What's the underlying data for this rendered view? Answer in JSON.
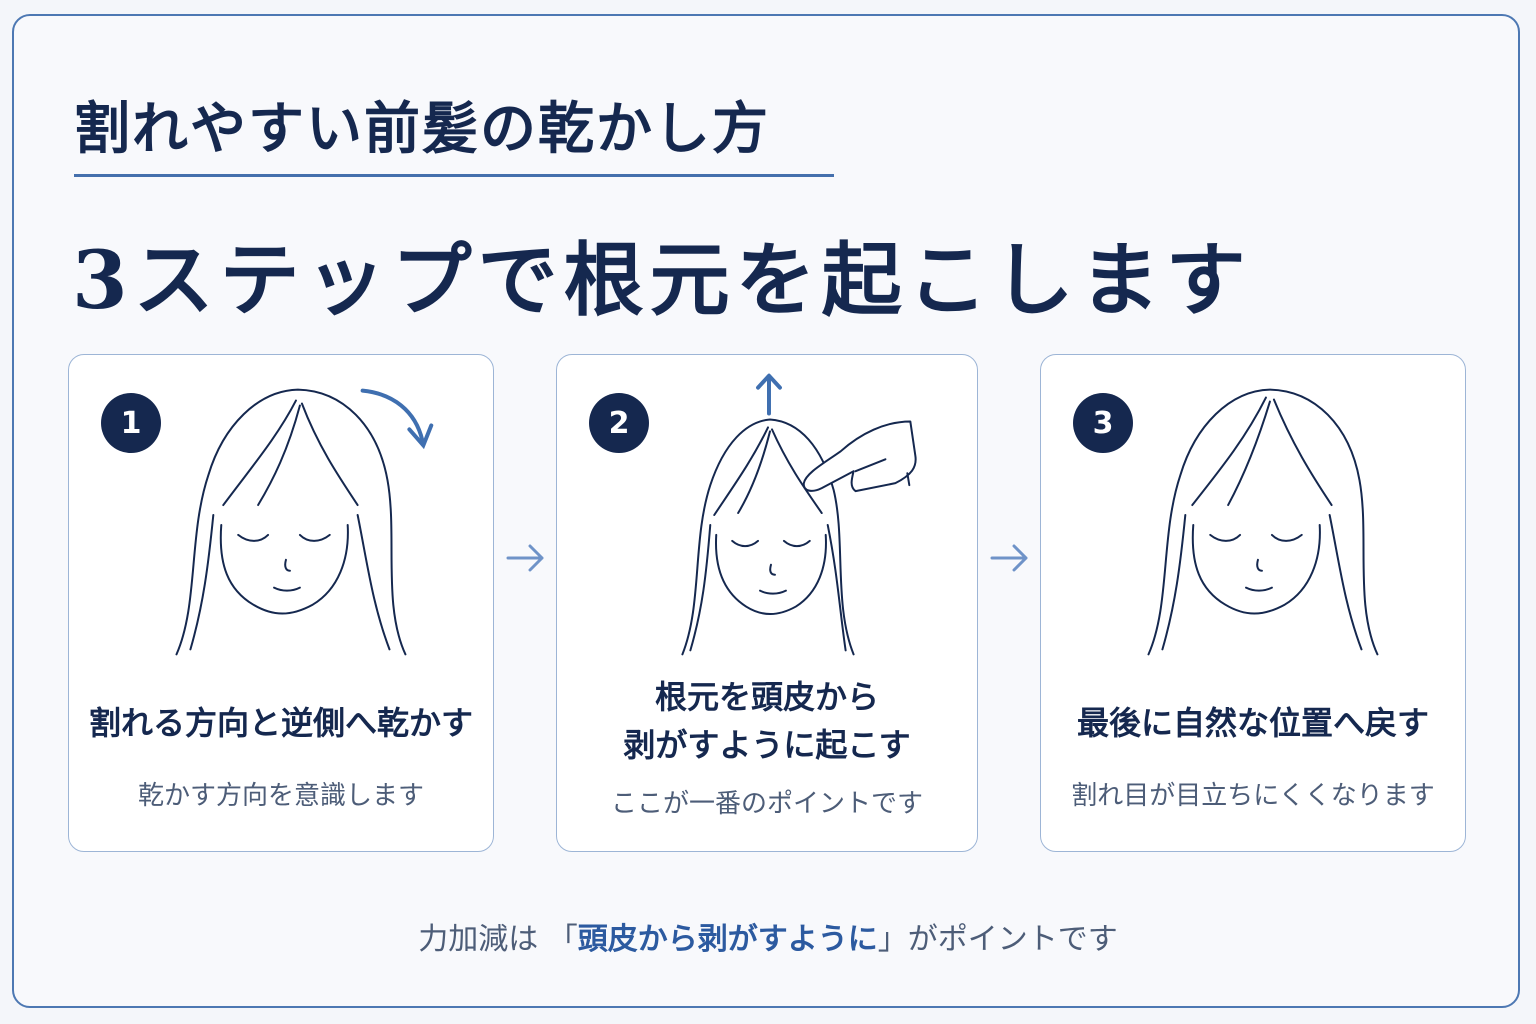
{
  "header": {
    "title": "割れやすい前髪の乾かし方",
    "subtitle": "3ステップで根元を起こします"
  },
  "steps": [
    {
      "number": "1",
      "title": "割れる方向と逆側へ乾かす",
      "description": "乾かす方向を意識します",
      "illustration": "woman-face-with-curved-arrow-icon"
    },
    {
      "number": "2",
      "title_line1": "根元を頭皮から",
      "title_line2": "剥がすように起こす",
      "description": "ここが一番のポイントです",
      "illustration": "woman-face-with-lifting-hand-icon"
    },
    {
      "number": "3",
      "title": "最後に自然な位置へ戻す",
      "description": "割れ目が目立ちにくくなります",
      "illustration": "woman-face-finished-icon"
    }
  ],
  "footer": {
    "prefix": "力加減は",
    "open_bracket": "「",
    "highlight": "頭皮から剥がすように",
    "close_bracket": "」",
    "suffix": "がポイントです"
  },
  "colors": {
    "navy": "#15284f",
    "accent": "#4570ad",
    "arrow": "#6f93c8",
    "text_muted": "#4d5d78"
  }
}
